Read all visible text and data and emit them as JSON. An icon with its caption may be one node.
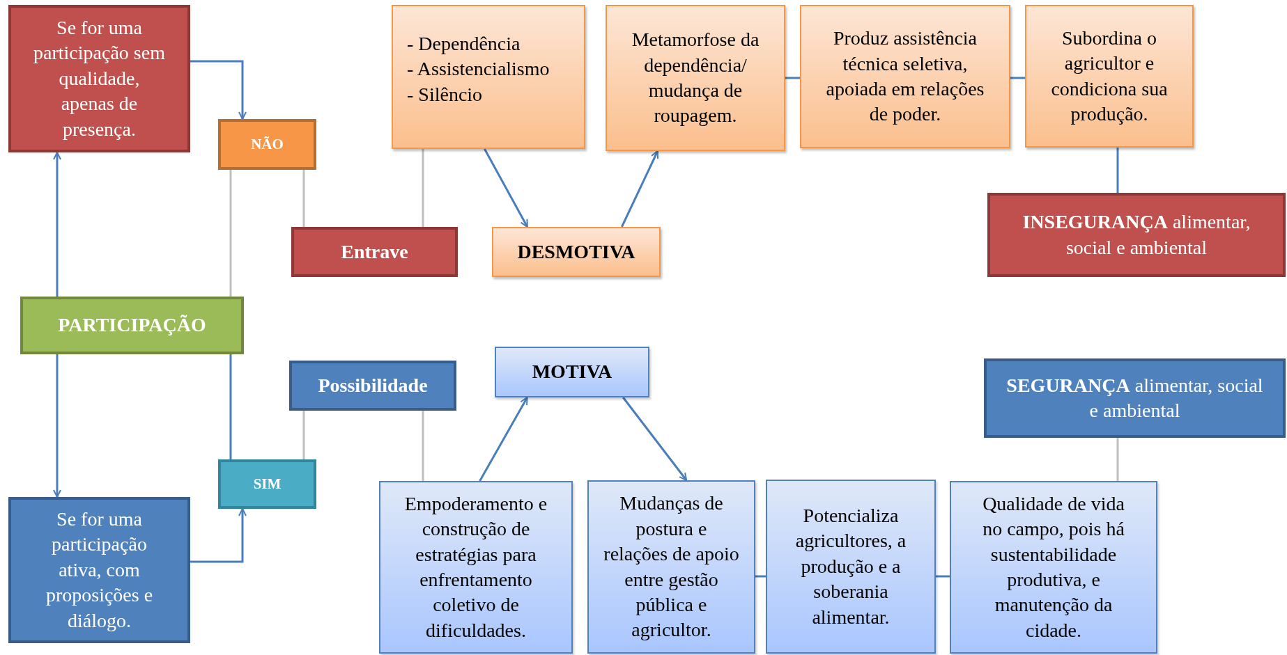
{
  "diagram": {
    "nodes": [
      {
        "text": [
          "PARTICIPAÇÃO"
        ]
      },
      {
        "text": [
          "Se for uma participação sem qualidade, apenas de presença."
        ]
      },
      {
        "text": [
          "NÃO"
        ]
      },
      {
        "text": [
          "Entrave"
        ]
      },
      {
        "text": [
          "- Dependência",
          "- Assistencialismo",
          "- Silêncio"
        ]
      },
      {
        "text": [
          "DESMOTIVA"
        ]
      },
      {
        "text": [
          "Metamorfose da dependência/ mudança de roupagem."
        ]
      },
      {
        "text": [
          "Produz assistência técnica seletiva, apoiada em relações de poder."
        ]
      },
      {
        "text": [
          "Subordina o agricultor e condiciona sua produção."
        ]
      },
      {
        "text": [
          "**INSEGURANÇA** alimentar, social e ambiental"
        ]
      },
      {
        "text": [
          "Se for uma participação ativa, com proposições e diálogo."
        ]
      },
      {
        "text": [
          "SIM"
        ]
      },
      {
        "text": [
          "Possibilidade"
        ]
      },
      {
        "text": [
          "MOTIVA"
        ]
      },
      {
        "text": [
          "Empoderamento e construção de estratégias para enfrentamento coletivo de dificuldades."
        ]
      },
      {
        "text": [
          "Mudanças de postura e relações de apoio entre gestão pública e agricultor."
        ]
      },
      {
        "text": [
          "Potencializa agricultores, a produção e a soberania alimentar."
        ]
      },
      {
        "text": [
          "Qualidade de vida no campo, pois há sustentabilidade produtiva, e manutenção da cidade."
        ]
      },
      {
        "text": [
          "**SEGURANÇA** alimentar, social e ambiental"
        ]
      }
    ],
    "edges": [
      {
        "from": 0,
        "to": 1,
        "arrow": "to"
      },
      {
        "from": 1,
        "to": 2,
        "arrow": "to"
      },
      {
        "from": 0,
        "to": 2,
        "arrow": "none",
        "color": "#bfbfbf"
      },
      {
        "from": 2,
        "to": 3,
        "arrow": "none",
        "color": "#bfbfbf"
      },
      {
        "from": 3,
        "to": 4,
        "arrow": "none",
        "color": "#bfbfbf"
      },
      {
        "from": 4,
        "to": 5,
        "arrow": "to"
      },
      {
        "from": 5,
        "to": 6,
        "arrow": "to"
      },
      {
        "from": 6,
        "to": 7,
        "arrow": "none"
      },
      {
        "from": 7,
        "to": 8,
        "arrow": "none"
      },
      {
        "from": 8,
        "to": 9,
        "arrow": "none"
      },
      {
        "from": 0,
        "to": 10,
        "arrow": "to"
      },
      {
        "from": 10,
        "to": 11,
        "arrow": "to"
      },
      {
        "from": 0,
        "to": 11,
        "arrow": "none"
      },
      {
        "from": 11,
        "to": 12,
        "arrow": "none",
        "color": "#bfbfbf"
      },
      {
        "from": 12,
        "to": 14,
        "arrow": "none",
        "color": "#bfbfbf"
      },
      {
        "from": 14,
        "to": 13,
        "arrow": "to"
      },
      {
        "from": 13,
        "to": 15,
        "arrow": "to"
      },
      {
        "from": 15,
        "to": 16,
        "arrow": "none"
      },
      {
        "from": 16,
        "to": 17,
        "arrow": "none"
      },
      {
        "from": 17,
        "to": 18,
        "arrow": "none",
        "color": "#bfbfbf"
      }
    ]
  }
}
